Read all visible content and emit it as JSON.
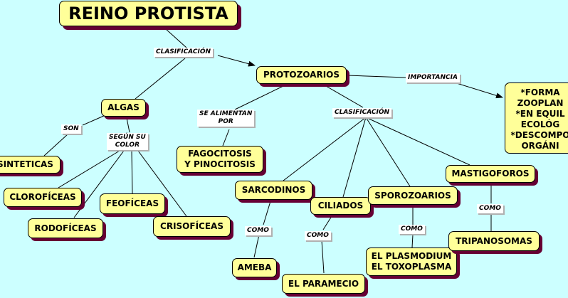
{
  "nodes": {
    "reino": "REINO PROTISTA",
    "protozoarios": "PROTOZOARIOS",
    "algas": "ALGAS",
    "sinteticas": "SINTETICAS",
    "clorofíceas": "CLOROFÍCEAS",
    "rodofíceas": "RODOFÍCEAS",
    "feofíceas": "FEOFÍCEAS",
    "crisofíceas": "CRISOFÍCEAS",
    "fagocitosis": "FAGOCITOSIS\nY PINOCITOSIS",
    "sarcodinos": "SARCODINOS",
    "ciliados": "CILIADOS",
    "esporozoarios": "SPOROZOARIOS",
    "mastigoforos": "MASTIGOFOROS",
    "ameba": "AMEBA",
    "paramecio": "EL PARAMECIO",
    "plasmodium": "EL PLASMODIUM\nEL TOXOPLASMA",
    "tripanosomas": "TRIPANOSOMAS",
    "importancia_text": "*FORMA\nZOOPLAN\n*EN EQUIL\nECOLÓG\n*DESCOMPO\nORGÁNI"
  },
  "labels": {
    "clasificacion_top": "CLASIFICACIÓN",
    "importancia": "IMPORTANCIA",
    "son": "SON",
    "segun_su_color": "SEGÚN SU\nCOLOR",
    "se_alimentan_por": "SE ALIMENTAN\nPOR",
    "clasificacion_proto": "CLASIFICACIÓN",
    "como_sarcodinos": "COMO",
    "como_ciliados": "COMO",
    "como_esporozoarios": "COMO",
    "como_mastigoforos": "COMO"
  },
  "colors": {
    "background": "#ccffff",
    "node_fill": "#ffff99",
    "node_shadow": "#660033",
    "link_line": "#000000"
  }
}
